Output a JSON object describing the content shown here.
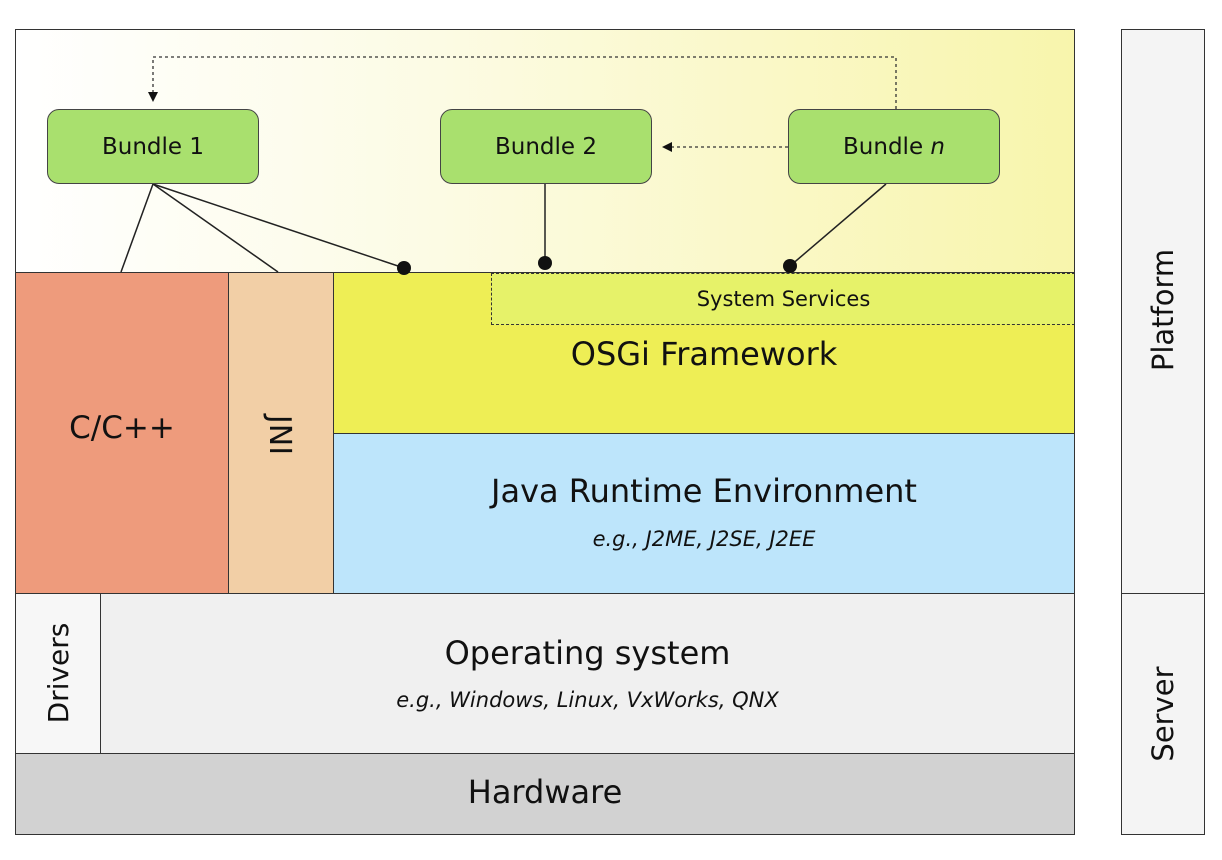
{
  "bundles": [
    {
      "label": "Bundle 1"
    },
    {
      "label": "Bundle 2"
    },
    {
      "label_main": "Bundle ",
      "label_italic": "n"
    }
  ],
  "layers": {
    "cpp": "C/C++",
    "jni": "JNI",
    "system_services": "System Services",
    "osgi": "OSGi Framework",
    "jre_title": "Java Runtime Environment",
    "jre_subtitle": "e.g., J2ME, J2SE, J2EE",
    "drivers": "Drivers",
    "os_title": "Operating system",
    "os_subtitle": "e.g., Windows, Linux, VxWorks, QNX",
    "hardware": "Hardware"
  },
  "side_labels": {
    "platform": "Platform",
    "server": "Server"
  },
  "colors": {
    "bundle": "#a9e06e",
    "cpp": "#ee9b7c",
    "jni": "#f2cfa6",
    "osgi": "#eeee55",
    "system_services": "#e6f269",
    "jre": "#bde5fb",
    "os": "#f0f0f0",
    "hardware": "#d2d2d2"
  }
}
